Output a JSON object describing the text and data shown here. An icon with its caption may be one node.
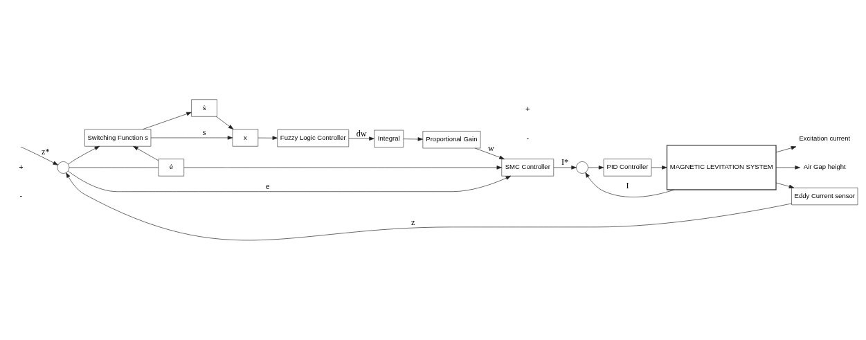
{
  "diagram": {
    "nodes": [
      {
        "text": [],
        "shape": "circle"
      },
      {
        "text": [
          "Switching Function s"
        ]
      },
      {
        "text": [
          "ṡ"
        ]
      },
      {
        "text": [
          "x"
        ]
      },
      {
        "text": [
          "Fuzzy Logic Controller"
        ]
      },
      {
        "text": [
          "Integral"
        ]
      },
      {
        "text": [
          "Proportional Gain"
        ]
      },
      {
        "text": [
          "ė"
        ]
      },
      {
        "text": [
          "SMC Controller"
        ]
      },
      {
        "text": [],
        "shape": "circle"
      },
      {
        "text": [
          "PID Controller"
        ]
      },
      {
        "text": [
          "MAGNETIC LEVITATION SYSTEM"
        ]
      },
      {
        "text": [
          "Excitation current"
        ]
      },
      {
        "text": [
          "Air Gap height"
        ]
      },
      {
        "text": [
          "Eddy Current sensor"
        ]
      }
    ],
    "edges": [
      {
        "from": null,
        "to": 0,
        "arrow": "to",
        "label": "z*"
      },
      {
        "from": 0,
        "to": 8,
        "arrow": "to",
        "label": "e"
      },
      {
        "from": 0,
        "to": 1,
        "arrow": "to"
      },
      {
        "from": 0,
        "to": 7,
        "arrow": "none"
      },
      {
        "from": 7,
        "to": 8,
        "arrow": "to"
      },
      {
        "from": 7,
        "to": 1,
        "arrow": "to"
      },
      {
        "from": 1,
        "to": 3,
        "arrow": "to",
        "label": "s"
      },
      {
        "from": 1,
        "to": 2,
        "arrow": "to"
      },
      {
        "from": 2,
        "to": 3,
        "arrow": "to"
      },
      {
        "from": 3,
        "to": 4,
        "arrow": "to"
      },
      {
        "from": 4,
        "to": 5,
        "arrow": "to",
        "label": "dw"
      },
      {
        "from": 5,
        "to": 6,
        "arrow": "to"
      },
      {
        "from": 6,
        "to": 8,
        "arrow": "to",
        "label": "w"
      },
      {
        "from": 8,
        "to": 9,
        "arrow": "to",
        "label": "I*"
      },
      {
        "from": 9,
        "to": 10,
        "arrow": "to"
      },
      {
        "from": 10,
        "to": 11,
        "arrow": "to"
      },
      {
        "from": 11,
        "to": 12,
        "arrow": "to"
      },
      {
        "from": 11,
        "to": 13,
        "arrow": "to"
      },
      {
        "from": 11,
        "to": 9,
        "arrow": "to",
        "label": "I"
      },
      {
        "from": 11,
        "to": 14,
        "arrow": "to"
      },
      {
        "from": 14,
        "to": 0,
        "arrow": "to",
        "label": "z"
      }
    ],
    "labels": [
      "+",
      "-",
      "+",
      "-"
    ]
  }
}
